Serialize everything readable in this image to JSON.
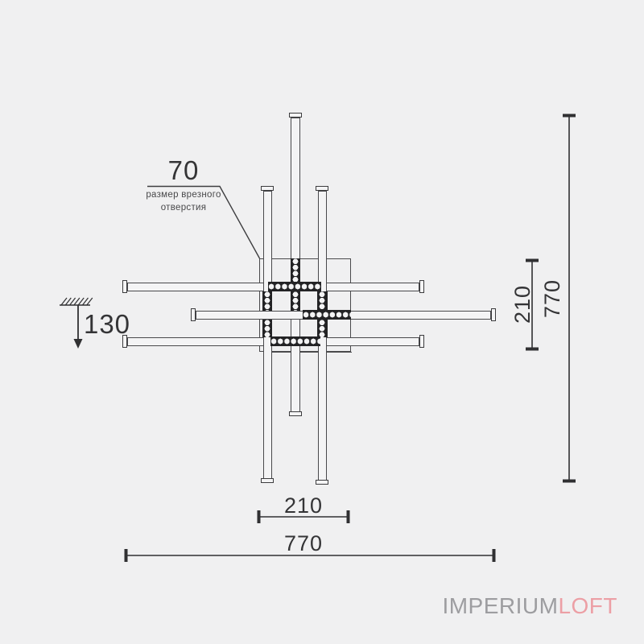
{
  "page": {
    "background": "#f0f0f1"
  },
  "dims": {
    "hole": {
      "value": "70",
      "caption1": "размер врезного",
      "caption2": "отверстия"
    },
    "drop": {
      "value": "130"
    },
    "plate_v": {
      "value": "210"
    },
    "overall_v": {
      "value": "770"
    },
    "plate_h": {
      "value": "210"
    },
    "overall_h": {
      "value": "770"
    }
  },
  "logo": {
    "imperium": "IMPERIUM",
    "loft": "LOFT",
    "imperium_color": "#9d9da0",
    "loft_color": "#ec9fa5"
  },
  "colors": {
    "line": "#49494c",
    "dim_line": "#303032",
    "strip": "#232325",
    "dot": "#f3f3f4"
  }
}
